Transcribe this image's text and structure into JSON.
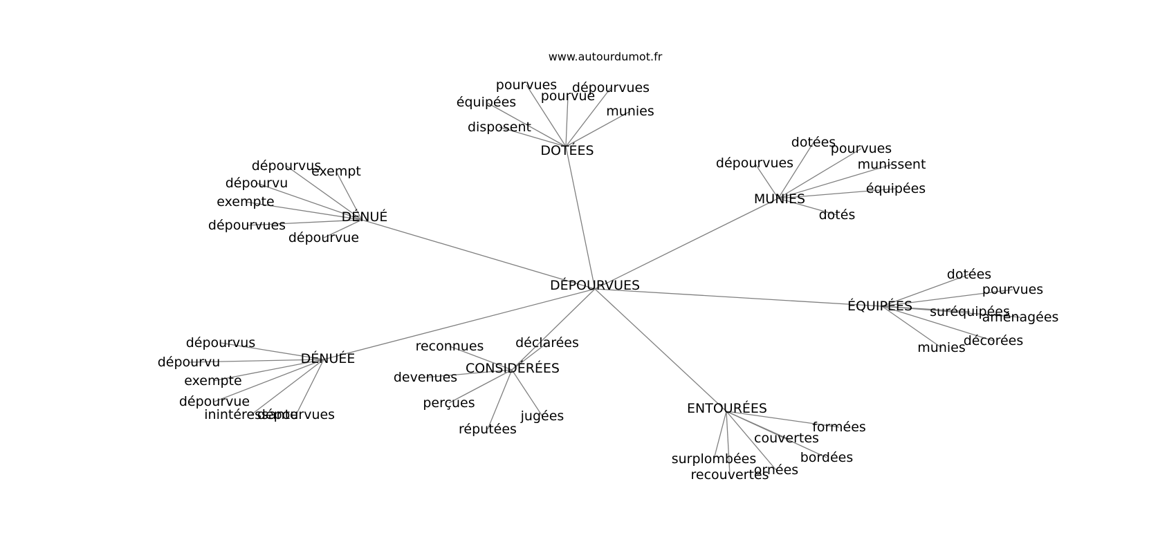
{
  "header": {
    "site": "www.autourdumot.fr"
  },
  "graph": {
    "center": "DÉPOURVUES",
    "groups": [
      {
        "label": "DOTÉES",
        "leaves": [
          "pourvues",
          "dépourvues",
          "équipées",
          "pourvue",
          "munies",
          "disposent"
        ]
      },
      {
        "label": "MUNIES",
        "leaves": [
          "dotées",
          "pourvues",
          "dépourvues",
          "munissent",
          "équipées",
          "dotés"
        ]
      },
      {
        "label": "DÉNUÉ",
        "leaves": [
          "dépourvus",
          "exempt",
          "dépourvu",
          "exempte",
          "dépourvues",
          "dépourvue"
        ]
      },
      {
        "label": "ÉQUIPÉES",
        "leaves": [
          "dotées",
          "pourvues",
          "suréquipées",
          "aménagées",
          "décorées",
          "munies"
        ]
      },
      {
        "label": "DÉNUÉE",
        "leaves": [
          "dépourvus",
          "dépourvu",
          "exempte",
          "dépourvue",
          "inintéressante",
          "dépourvues"
        ]
      },
      {
        "label": "CONSIDÉRÉES",
        "leaves": [
          "reconnues",
          "déclarées",
          "devenues",
          "perçues",
          "jugées",
          "réputées"
        ]
      },
      {
        "label": "ENTOURÉES",
        "leaves": [
          "formées",
          "couvertes",
          "bordées",
          "surplombées",
          "ornées",
          "recouvertes"
        ]
      }
    ]
  }
}
